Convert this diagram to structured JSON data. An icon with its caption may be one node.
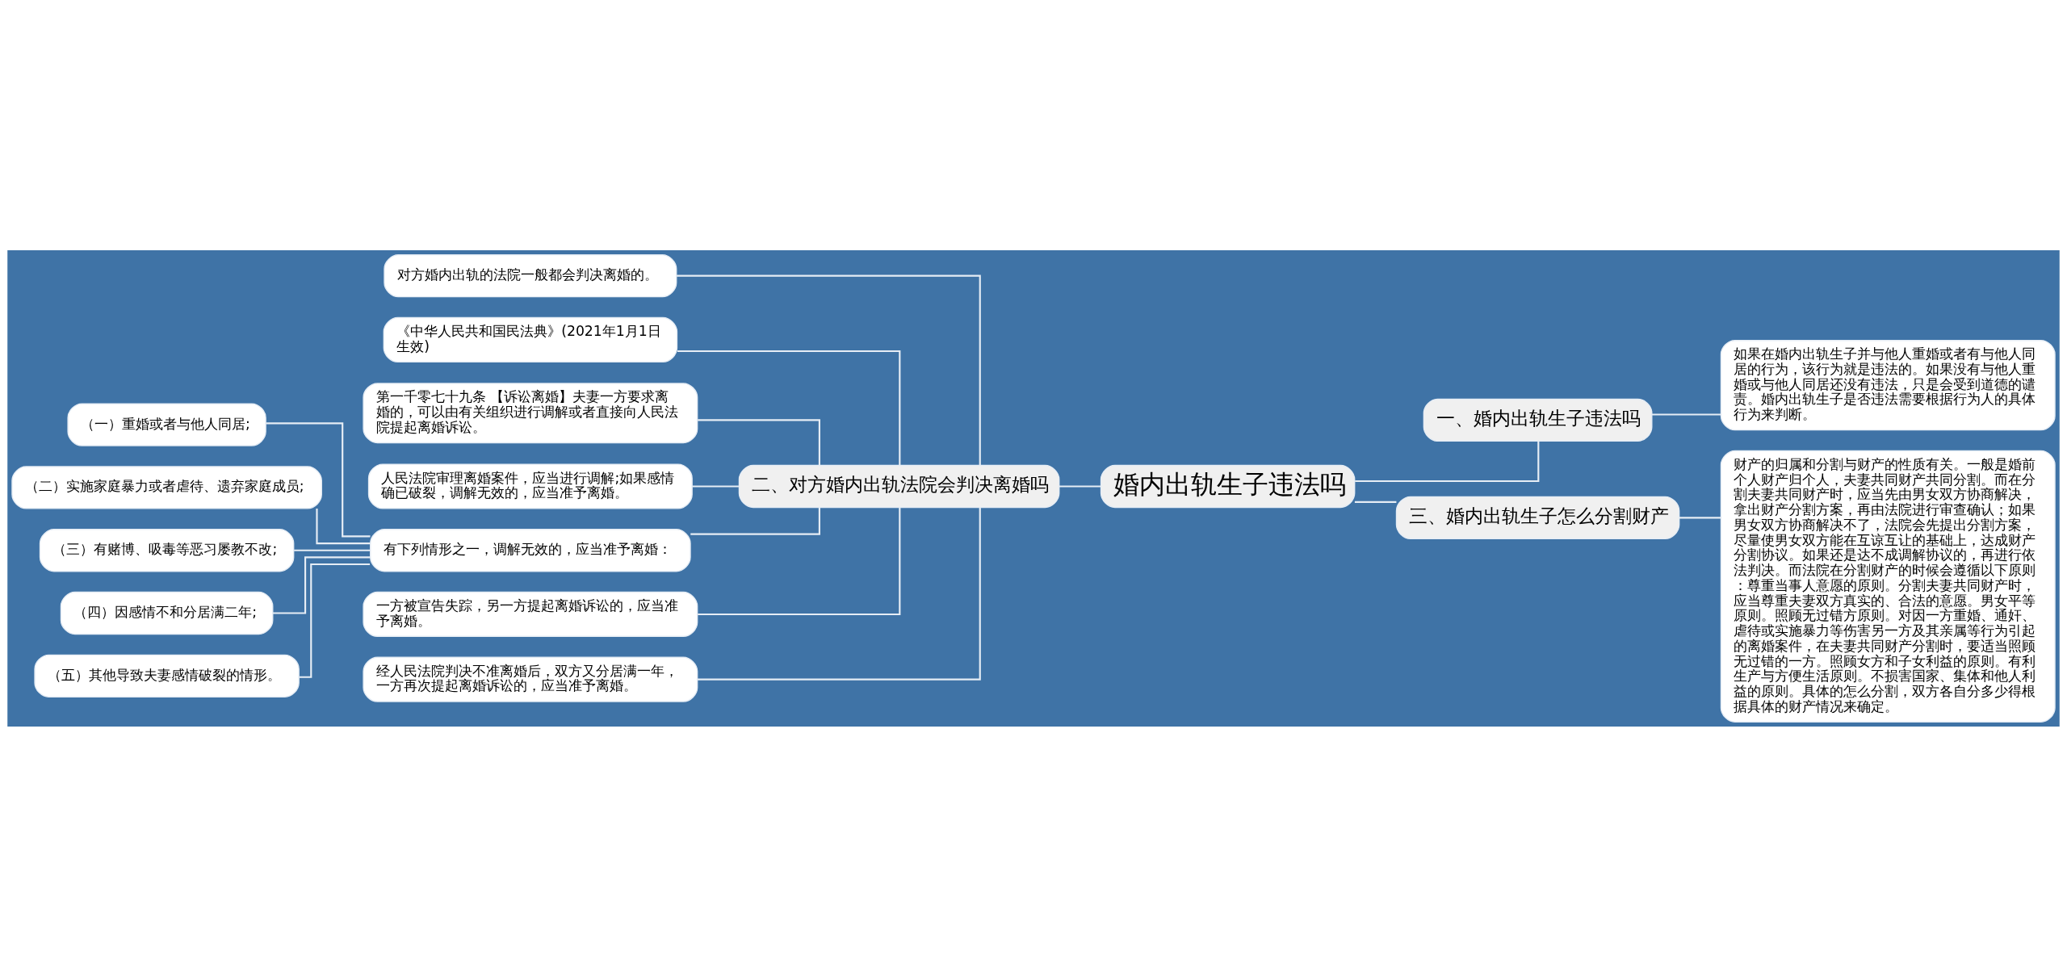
{
  "diagram": {
    "nodes": [
      {
        "text": [
          "婚内出轨生子违法吗"
        ]
      },
      {
        "text": [
          "一、婚内出轨生子违法吗"
        ]
      },
      {
        "text": [
          "如果在婚内出轨生子并与他人重婚或者有与他人同居的行为，该行为就是违法的。如果没有与他人重婚或与他人同居还没有违法，只是会受到道德的谴责。婚内出轨生子是否违法需要根据行为人的具体行为来判断。"
        ]
      },
      {
        "text": [
          "二、对方婚内出轨法院会判决离婚吗"
        ]
      },
      {
        "text": [
          "对方婚内出轨的法院一般都会判决离婚的。"
        ]
      },
      {
        "text": [
          "《中华人民共和国民法典》(2021年1月1日生效)"
        ]
      },
      {
        "text": [
          "第一千零七十九条 【诉讼离婚】夫妻一方要求离婚的，可以由有关组织进行调解或者直接向人民法院提起离婚诉讼。"
        ]
      },
      {
        "text": [
          "人民法院审理离婚案件，应当进行调解;如果感情确已破裂，调解无效的，应当准予离婚。"
        ]
      },
      {
        "text": [
          "有下列情形之一，调解无效的，应当准予离婚："
        ]
      },
      {
        "text": [
          "（一）重婚或者与他人同居;"
        ]
      },
      {
        "text": [
          "（二）实施家庭暴力或者虐待、遗弃家庭成员;"
        ]
      },
      {
        "text": [
          "（三）有赌博、吸毒等恶习屡教不改;"
        ]
      },
      {
        "text": [
          "（四）因感情不和分居满二年;"
        ]
      },
      {
        "text": [
          "（五）其他导致夫妻感情破裂的情形。"
        ]
      },
      {
        "text": [
          "一方被宣告失踪，另一方提起离婚诉讼的，应当准予离婚。"
        ]
      },
      {
        "text": [
          "经人民法院判决不准离婚后，双方又分居满一年，一方再次提起离婚诉讼的，应当准予离婚。"
        ]
      },
      {
        "text": [
          "三、婚内出轨生子怎么分割财产"
        ]
      },
      {
        "text": [
          "财产的归属和分割与财产的性质有关。一般是婚前个人财产归个人，夫妻共同财产共同分割。而在分割夫妻共同财产时，应当先由男女双方协商解决，拿出财产分割方案，再由法院进行审查确认；如果男女双方协商解决不了，法院会先提出分割方案，尽量使男女双方能在互谅互让的基础上，达成财产分割协议。如果还是达不成调解协议的，再进行依法判决。而法院在分割财产的时候会遵循以下原则：尊重当事人意愿的原则。分割夫妻共同财产时，应当尊重夫妻双方真实的、合法的意愿。男女平等原则。照顾无过错方原则。对因一方重婚、通奸、虐待或实施暴力等伤害另一方及其亲属等行为引起的离婚案件，在夫妻共同财产分割时，要适当照顾无过错的一方。照顾女方和子女利益的原则。有利生产与方便生活原则。不损害国家、集体和他人利益的原则。具体的怎么分割，双方各自分多少得根据具体的财产情况来确定。"
        ]
      }
    ],
    "edges": [
      {
        "from": 0,
        "to": 1,
        "arrow": "none"
      },
      {
        "from": 1,
        "to": 2,
        "arrow": "none"
      },
      {
        "from": 0,
        "to": 3,
        "arrow": "none"
      },
      {
        "from": 3,
        "to": 4,
        "arrow": "none"
      },
      {
        "from": 3,
        "to": 5,
        "arrow": "none"
      },
      {
        "from": 3,
        "to": 6,
        "arrow": "none"
      },
      {
        "from": 3,
        "to": 7,
        "arrow": "none"
      },
      {
        "from": 3,
        "to": 8,
        "arrow": "none"
      },
      {
        "from": 8,
        "to": 9,
        "arrow": "none"
      },
      {
        "from": 8,
        "to": 10,
        "arrow": "none"
      },
      {
        "from": 8,
        "to": 11,
        "arrow": "none"
      },
      {
        "from": 8,
        "to": 12,
        "arrow": "none"
      },
      {
        "from": 8,
        "to": 13,
        "arrow": "none"
      },
      {
        "from": 3,
        "to": 14,
        "arrow": "none"
      },
      {
        "from": 3,
        "to": 15,
        "arrow": "none"
      },
      {
        "from": 0,
        "to": 16,
        "arrow": "none"
      },
      {
        "from": 16,
        "to": 17,
        "arrow": "none"
      }
    ]
  }
}
